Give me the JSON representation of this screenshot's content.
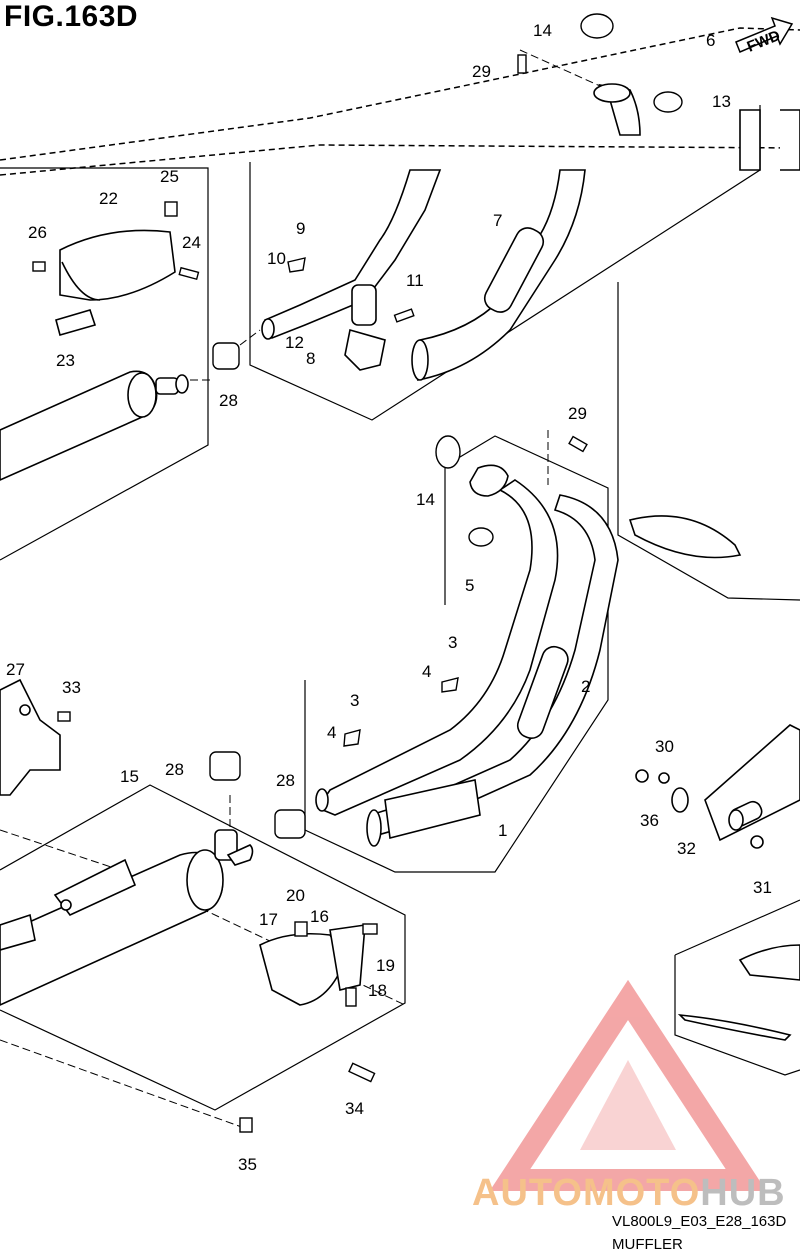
{
  "figure": {
    "title": "FIG.163D",
    "code": "VL800L9_E03_E28_163D",
    "caption": "MUFFLER"
  },
  "watermark": {
    "brand_part1": "AUTOMOTO",
    "brand_part2": "HUB",
    "colors": {
      "triangle": "#f08a8a",
      "text_a": "#f5c18a",
      "text_b": "#bdbdbd"
    }
  },
  "fwd_label": "FWD",
  "callouts": [
    "1",
    "2",
    "3",
    "3",
    "4",
    "4",
    "5",
    "6",
    "7",
    "8",
    "9",
    "10",
    "11",
    "12",
    "13",
    "14",
    "14",
    "15",
    "16",
    "17",
    "18",
    "19",
    "20",
    "22",
    "23",
    "24",
    "25",
    "26",
    "27",
    "28",
    "28",
    "28",
    "29",
    "29",
    "30",
    "31",
    "32",
    "33",
    "34",
    "35",
    "36"
  ]
}
